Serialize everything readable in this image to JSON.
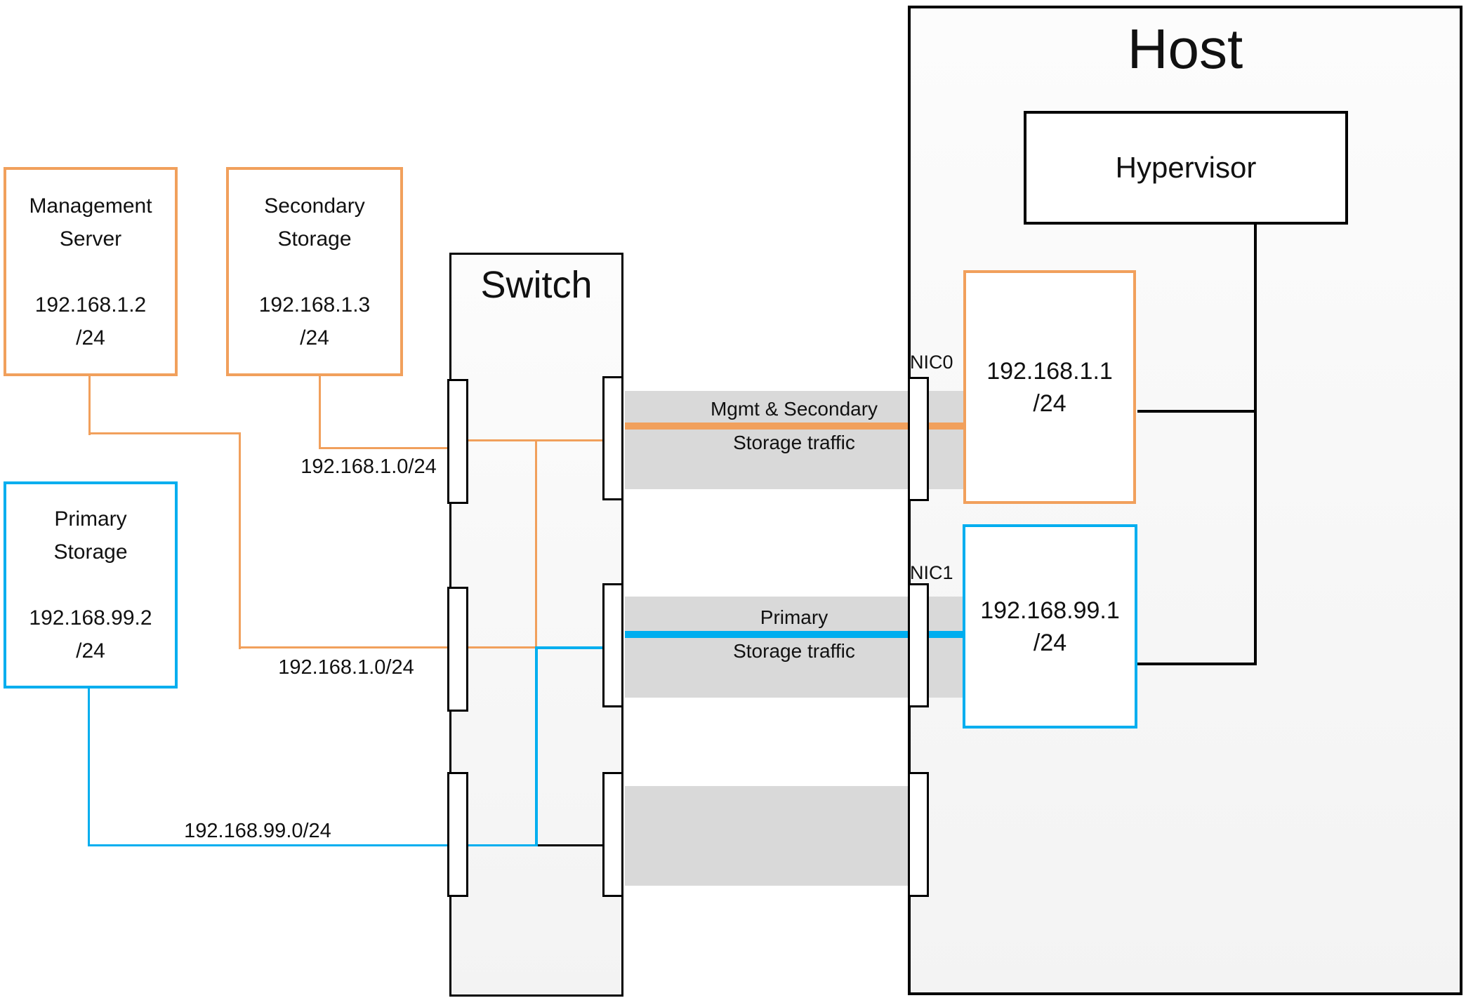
{
  "host": {
    "label": "Host",
    "hypervisor_label": "Hypervisor"
  },
  "switch_label": "Switch",
  "servers": {
    "management": {
      "line1": "Management",
      "line2": "Server",
      "ip": "192.168.1.2",
      "mask": "/24"
    },
    "secondary": {
      "line1": "Secondary",
      "line2": "Storage",
      "ip": "192.168.1.3",
      "mask": "/24"
    },
    "primary": {
      "line1": "Primary",
      "line2": "Storage",
      "ip": "192.168.99.2",
      "mask": "/24"
    }
  },
  "host_interfaces": {
    "nic0": {
      "label": "NIC0",
      "ip": "192.168.1.1",
      "mask": "/24"
    },
    "nic1": {
      "label": "NIC1",
      "ip": "192.168.99.1",
      "mask": "/24"
    }
  },
  "subnet_labels": {
    "orange_top": "192.168.1.0/24",
    "orange_bottom": "192.168.1.0/24",
    "storage": "192.168.99.0/24"
  },
  "traffic_labels": {
    "mgmt": {
      "line1": "Mgmt & Secondary",
      "line2": "Storage traffic"
    },
    "primary": {
      "line1": "Primary",
      "line2": "Storage traffic"
    }
  },
  "colors": {
    "orange": "#F1A05C",
    "blue": "#00AEEF",
    "band_gray": "#D9D9D9",
    "line_black": "#000000"
  }
}
